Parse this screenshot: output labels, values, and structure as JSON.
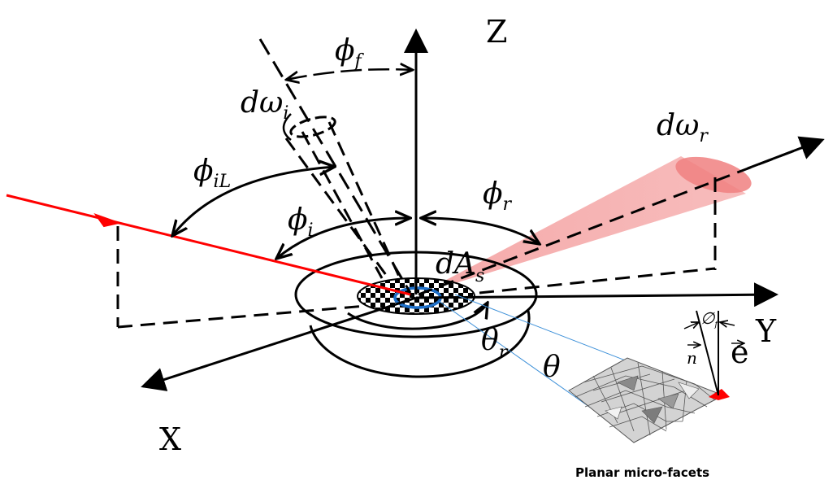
{
  "axes": {
    "x": "X",
    "y": "Y",
    "z": "Z"
  },
  "labels": {
    "phi_f": "ϕ",
    "phi_f_sub": "f",
    "domega_i": "dω",
    "domega_i_sub": "i",
    "phi_iL": "ϕ",
    "phi_iL_sub": "iL",
    "phi_i": "ϕ",
    "phi_i_sub": "i",
    "phi_r": "ϕ",
    "phi_r_sub": "r",
    "domega_r": "dω",
    "domega_r_sub": "r",
    "dA_s": "dA",
    "dA_s_sub": "s",
    "theta_r": "θ",
    "theta_r_sub": "r",
    "theta": "θ",
    "n_vec": "n",
    "e_vec": "e",
    "phi_f_small": "∅",
    "phi_f_small_sub": "f"
  },
  "caption": "Planar micro-facets",
  "colors": {
    "incident_ray": "#ff0000",
    "reflect_cone": "#f4a0a0",
    "spot_ring": "#1e6fc8",
    "facet_lines": "#3b8fd8"
  }
}
